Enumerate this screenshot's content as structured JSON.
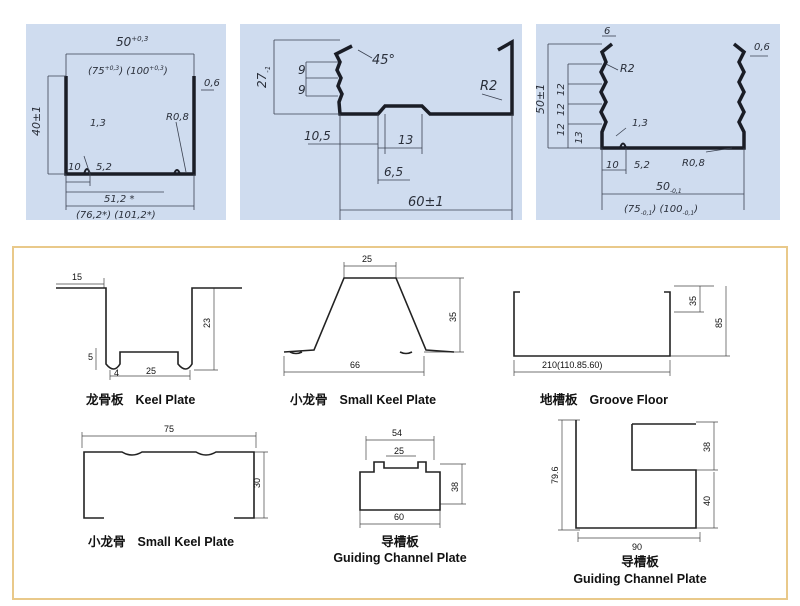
{
  "top_left": {
    "labels": {
      "top_width": "50",
      "top_width_sup": "+0,3",
      "variant_1": "(75",
      "variant_1_sup": "+0,3",
      "variant_2": ") (100",
      "variant_2_sup": "+0,3",
      "variant_end": ")",
      "height": "40±1",
      "thickness": "0,6",
      "rib": "1,3",
      "radius": "R0,8",
      "d10": "10",
      "d52": "5,2",
      "base": "51,2 *",
      "base_variants": "(76,2*) (101,2*)"
    }
  },
  "top_middle": {
    "labels": {
      "h": "27",
      "h_sub": "-1",
      "s9a": "9",
      "s9b": "9",
      "angle": "45°",
      "r2": "R2",
      "d105": "10,5",
      "d13": "13",
      "d65": "6,5",
      "width": "60±1"
    }
  },
  "top_right": {
    "labels": {
      "d6": "6",
      "thickness": "0,6",
      "r2": "R2",
      "h": "50±1",
      "s12a": "12",
      "s12b": "12",
      "s12c": "12",
      "s13": "13",
      "rib": "1,3",
      "d10": "10",
      "d52": "5,2",
      "radius": "R0,8",
      "base": "50",
      "base_sub": "-0,1",
      "base_v1": "(75",
      "base_v1_sub": "-0,1",
      "base_v2": ") (100",
      "base_v2_sub": "-0,1",
      "base_end": ")"
    }
  },
  "bottom": {
    "keel": {
      "cn": "龙骨板",
      "en": "Keel Plate",
      "d15": "15",
      "d23": "23",
      "d5": "5",
      "d4": "4",
      "d25": "25"
    },
    "small_keel_a": {
      "cn": "小龙骨",
      "en": "Small Keel Plate",
      "d25": "25",
      "d35": "35",
      "d66": "66"
    },
    "groove_floor": {
      "cn": "地槽板",
      "en": "Groove Floor",
      "d35": "35",
      "d85": "85",
      "d210": "210(110.85.60)"
    },
    "small_keel_b": {
      "cn": "小龙骨",
      "en": "Small Keel Plate",
      "d75": "75",
      "d30": "30"
    },
    "guiding_a": {
      "cn": "导槽板",
      "en": "Guiding Channel Plate",
      "d54": "54",
      "d25": "25",
      "d38": "38",
      "d60": "60"
    },
    "guiding_b": {
      "cn": "导槽板",
      "en": "Guiding Channel Plate",
      "d796": "79.6",
      "d38": "38",
      "d40": "40",
      "d90": "90"
    }
  },
  "colors": {
    "panel_bg": "#cfdcef",
    "border": "#e9c98a",
    "ink": "#111111"
  }
}
